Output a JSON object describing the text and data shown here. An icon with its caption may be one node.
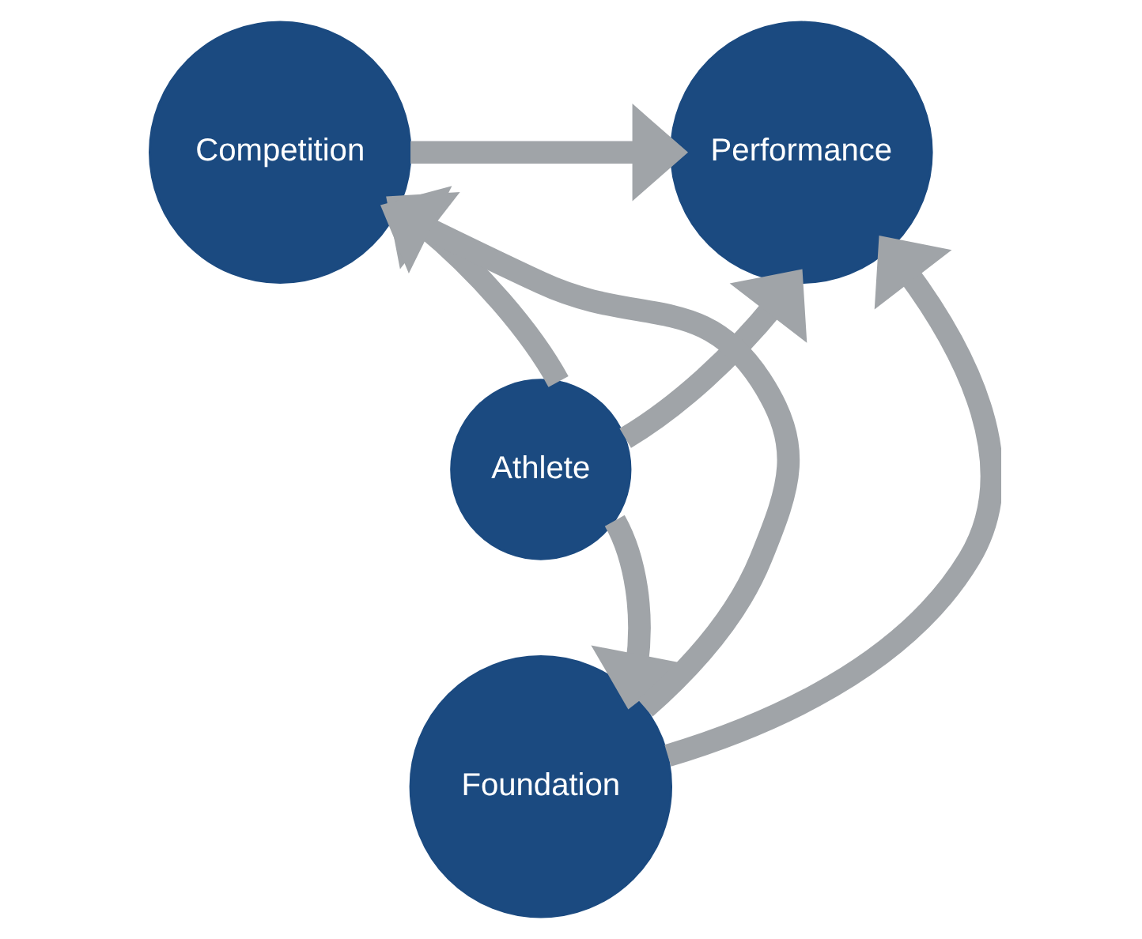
{
  "diagram": {
    "nodes": [
      {
        "text": [
          "Competition"
        ]
      },
      {
        "text": [
          "Performance"
        ]
      },
      {
        "text": [
          "Athlete"
        ]
      },
      {
        "text": [
          "Foundation"
        ]
      }
    ],
    "edges": [
      {
        "from": 0,
        "to": 1,
        "arrow": "to"
      },
      {
        "from": 2,
        "to": 0,
        "arrow": "to"
      },
      {
        "from": 2,
        "to": 1,
        "arrow": "to"
      },
      {
        "from": 2,
        "to": 3,
        "arrow": "to"
      },
      {
        "from": 3,
        "to": 0,
        "arrow": "to"
      },
      {
        "from": 3,
        "to": 1,
        "arrow": "to"
      }
    ]
  }
}
